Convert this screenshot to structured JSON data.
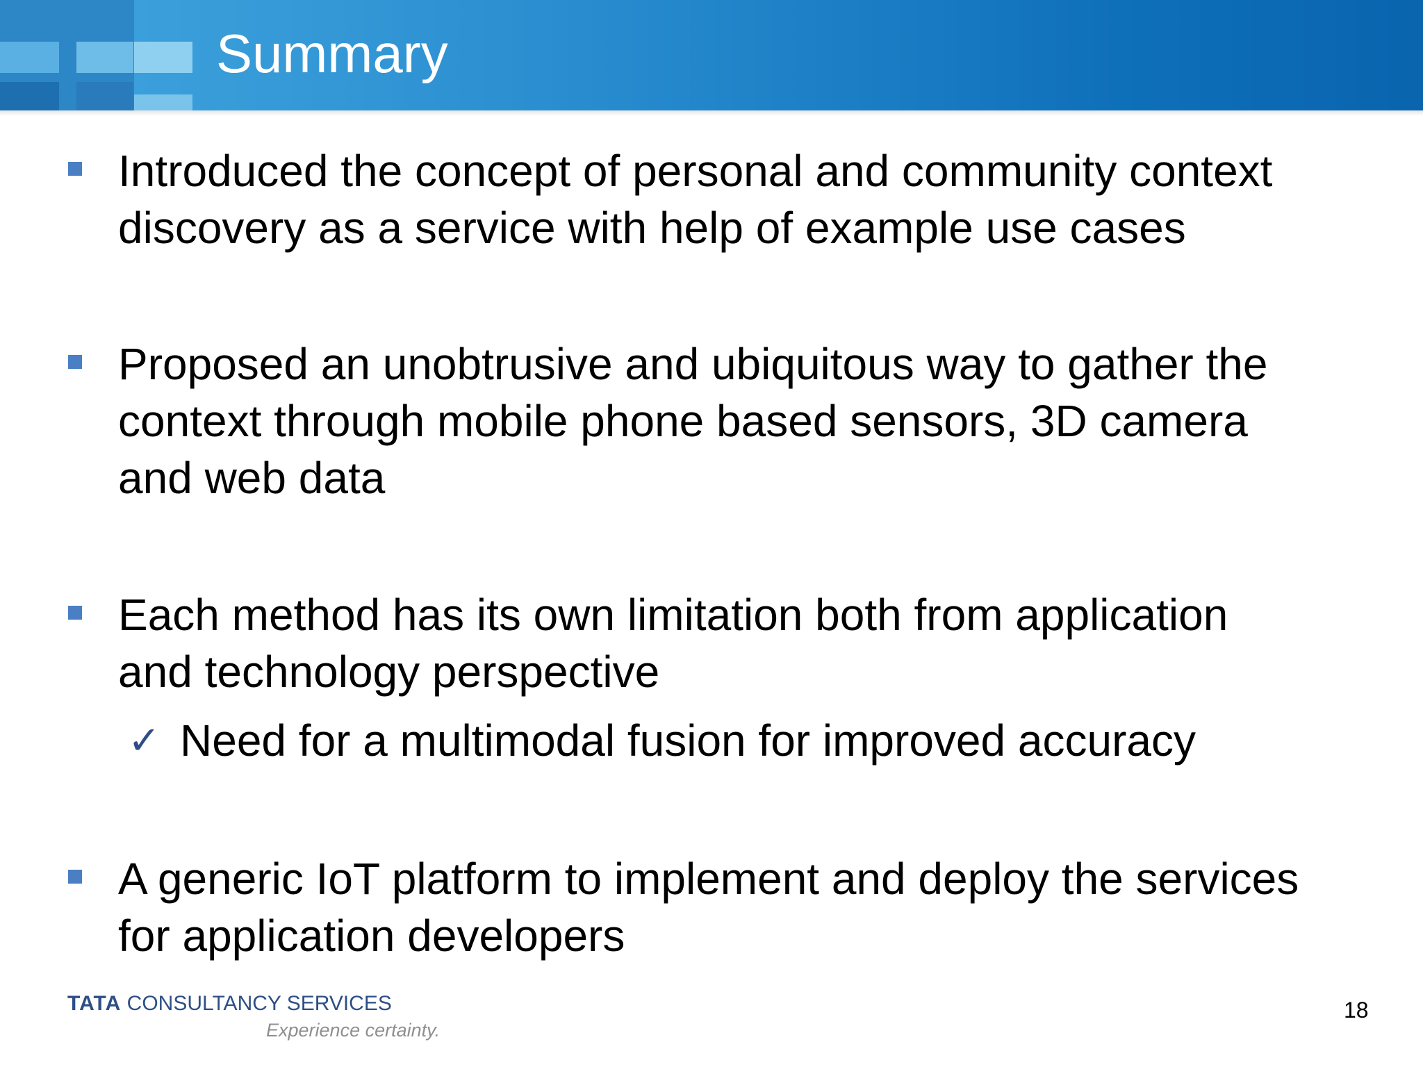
{
  "slide": {
    "title": "Summary",
    "page_number": "18"
  },
  "bullets": [
    {
      "lines": [
        "Introduced the concept of personal and community context",
        "discovery as a service with help of example use cases"
      ]
    },
    {
      "lines": [
        "Proposed an unobtrusive and ubiquitous way to gather the",
        "context through mobile phone based sensors, 3D camera",
        "and web data"
      ]
    },
    {
      "lines": [
        "Each method has its own limitation both from application",
        "and technology perspective"
      ],
      "sub_bullet": {
        "marker": "✓",
        "text": "Need for a multimodal fusion for improved accuracy"
      }
    },
    {
      "lines": [
        "A generic IoT platform to implement and deploy the services",
        "for application developers"
      ]
    }
  ],
  "footer": {
    "company_bold": "TATA",
    "company_rest": "CONSULTANCY SERVICES",
    "tagline": "Experience certainty."
  },
  "colors": {
    "header_start": "#3fa4dd",
    "header_end": "#0a64ae",
    "bullet": "#4a7fc4",
    "logo_text": "#2e4f86",
    "tagline": "#8f8f8f"
  }
}
